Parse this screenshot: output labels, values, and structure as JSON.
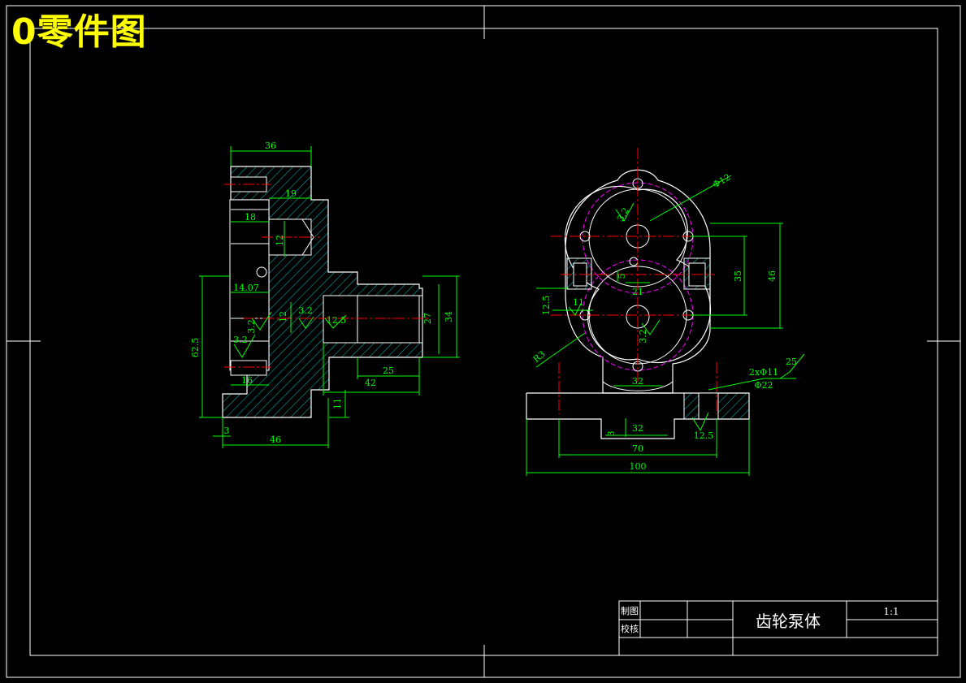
{
  "drawing": {
    "title": "0零件图",
    "part_name": "齿轮泵体",
    "scale": "1:1",
    "title_block": {
      "drawn_label": "制图",
      "checked_label": "校核"
    }
  },
  "left_view": {
    "dims": {
      "d36": "36",
      "d19": "19",
      "d18": "18",
      "d12a": "12",
      "d14_07": "14.07",
      "d12b": "12",
      "d62_5": "62.5",
      "d16": "16",
      "d3": "3",
      "d46": "46",
      "d27": "27",
      "d34": "34",
      "d25": "25",
      "d42": "42",
      "d11": "11"
    },
    "roughness": {
      "r1": "3.2",
      "r2": "3.2",
      "r3": "3.2",
      "r4": "12.5"
    }
  },
  "right_view": {
    "dims": {
      "phi12": "Φ12",
      "d5": "5",
      "d21": "21",
      "d35": "35",
      "d46": "46",
      "d11": "11",
      "r33": "R3",
      "d32a": "32",
      "hole_spec": "2xΦ11",
      "cbore": "Φ22",
      "d32b": "32",
      "d70": "70",
      "d100": "100",
      "d3": "3"
    },
    "roughness": {
      "r1": "3.2",
      "r2": "3.2",
      "r3": "12.5",
      "r4": "25",
      "r5": "12.5"
    }
  },
  "colors": {
    "background": "#000000",
    "outline": "#ffffff",
    "dimension": "#00ff00",
    "centerline": "#ff0000",
    "hatch": "#00c0c0",
    "pitch_circle": "#ff00ff",
    "title": "#ffff00"
  }
}
